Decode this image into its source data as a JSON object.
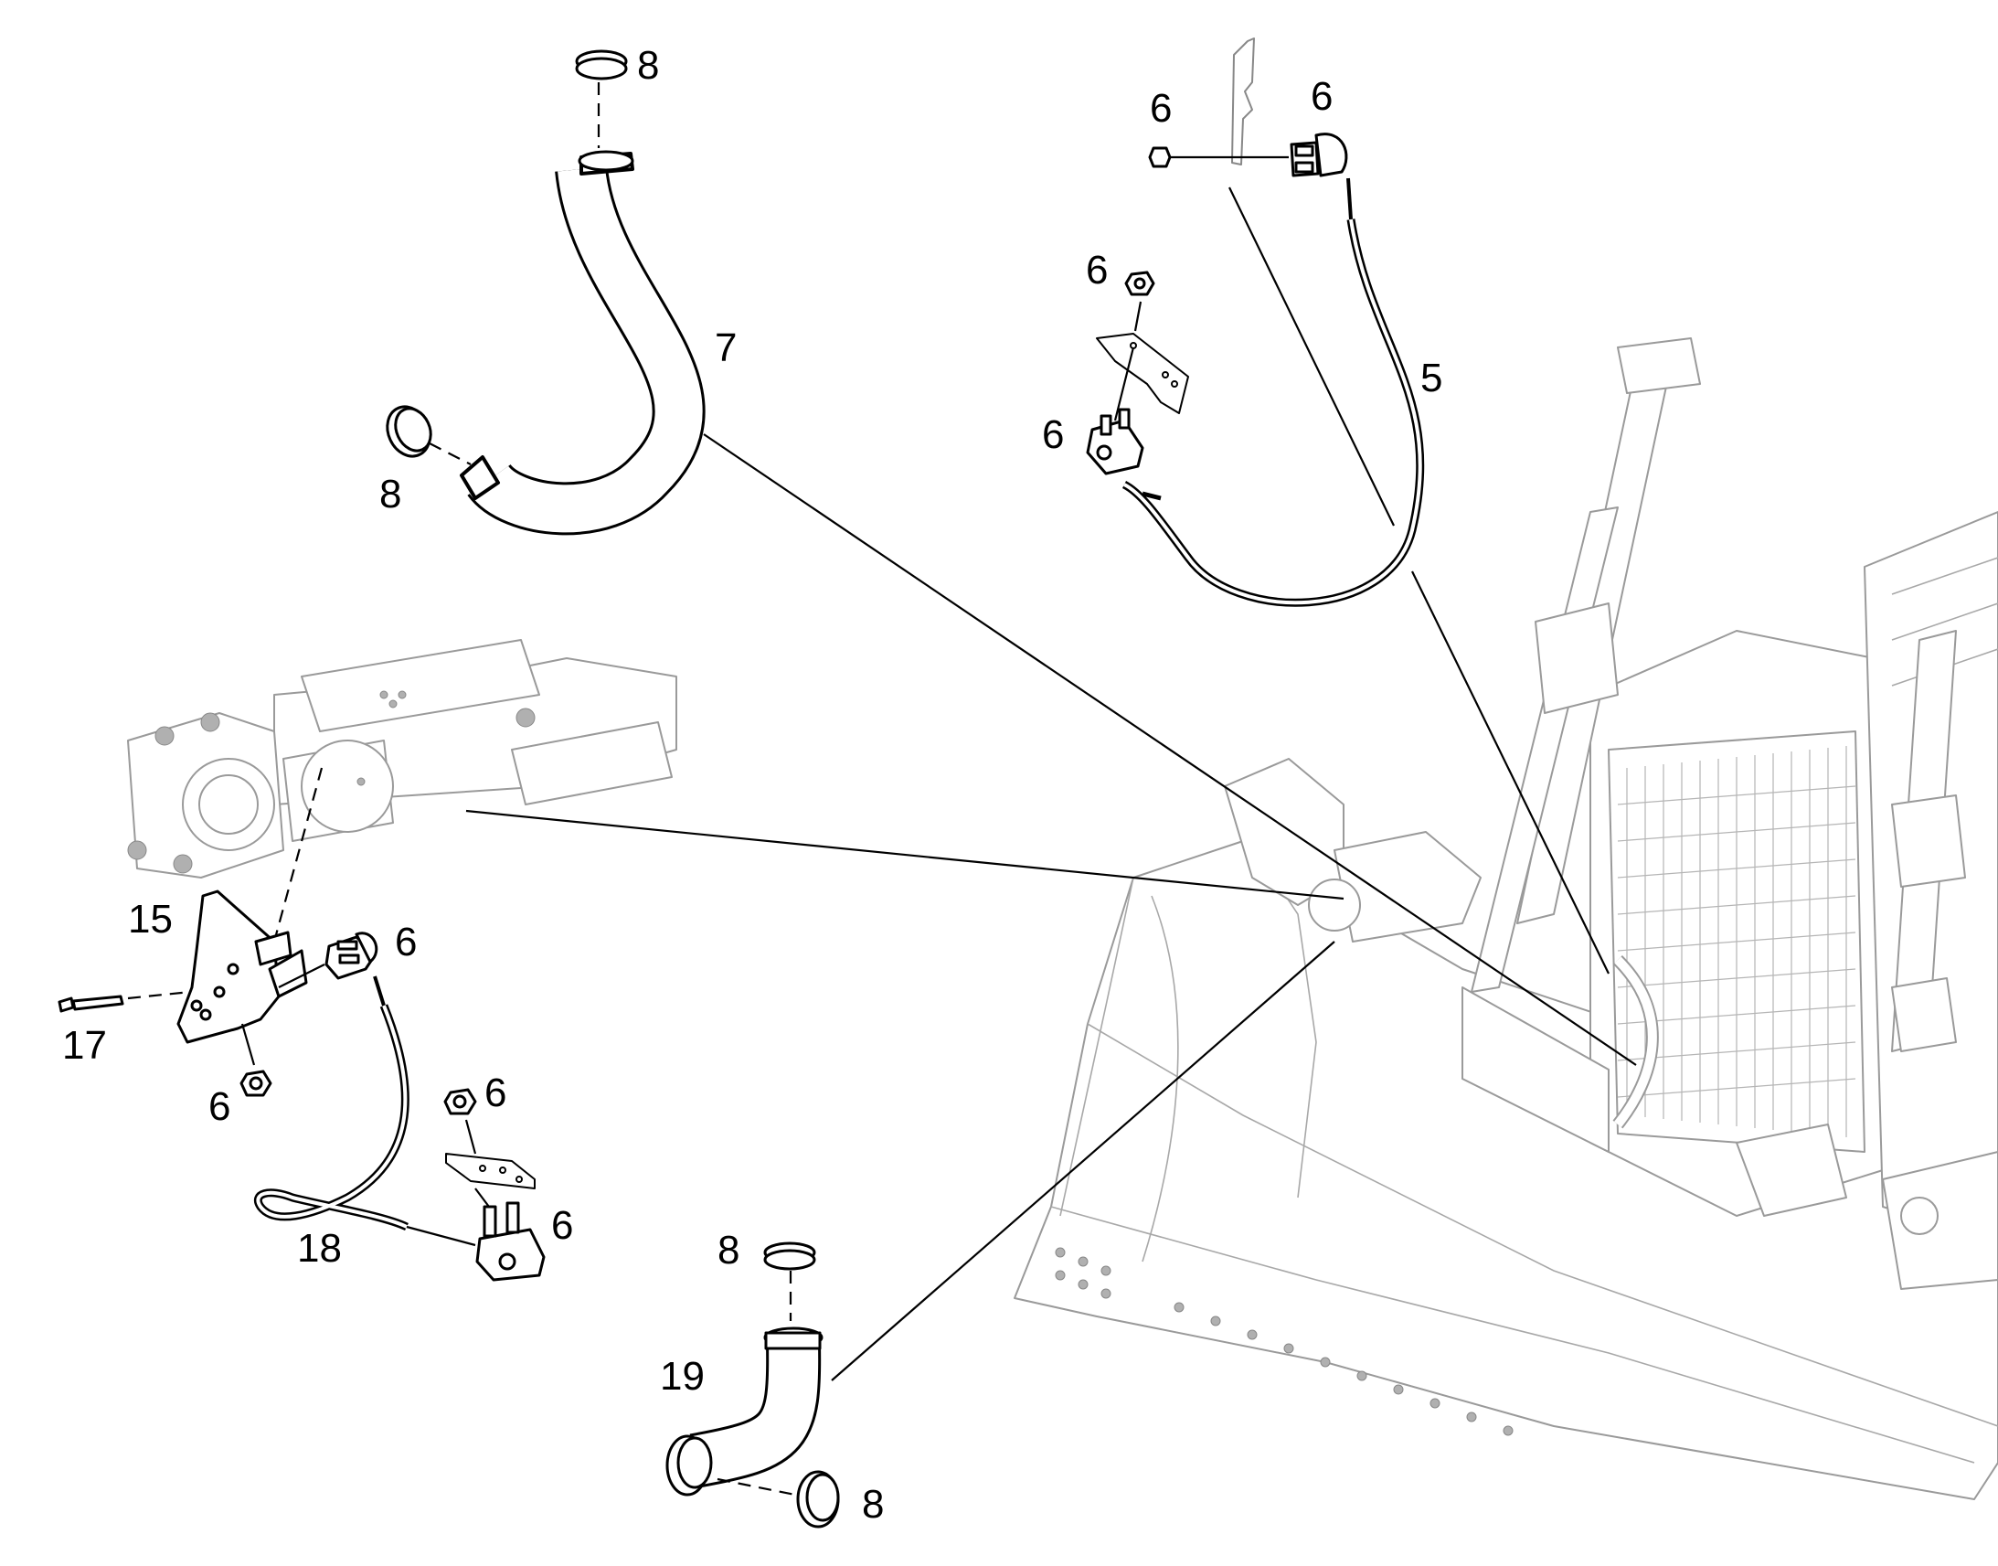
{
  "callouts": {
    "p8_top": "8",
    "p7": "7",
    "p8_left": "8",
    "p6_a": "6",
    "p6_b": "6",
    "p5": "5",
    "p6_c": "6",
    "p6_d": "6",
    "p15": "15",
    "p6_e": "6",
    "p17": "17",
    "p6_f": "6",
    "p6_g": "6",
    "p18": "18",
    "p6_h": "6",
    "p8_mid": "8",
    "p19": "19",
    "p8_bottom": "8"
  }
}
